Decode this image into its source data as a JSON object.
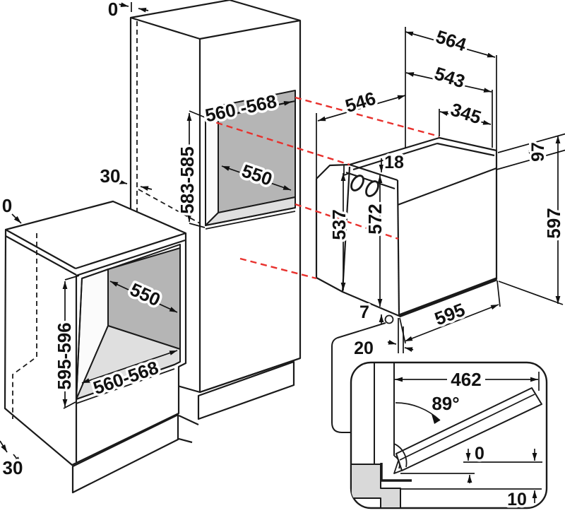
{
  "diagram": {
    "kind": "built-in oven installation drawing",
    "units": "mm",
    "colors": {
      "line": "#1a1a1a",
      "red_dashed": "#e8312d",
      "niche_back_gray": "#b5b5b5",
      "niche_floor_gray": "#dfdfdf",
      "inset_gray": "#d9d9d9"
    },
    "labels": {
      "tall_top_gap": "0",
      "tall_niche_width": "560 -568",
      "tall_niche_height": "583-585",
      "tall_niche_depth": "550",
      "tall_side_gap": "30",
      "oven_depth": "546",
      "oven_width_top": "564",
      "oven_body_width": "543",
      "oven_vent_width": "345",
      "oven_top_inset": "18",
      "oven_panel_height": "97",
      "oven_total_height": "597",
      "oven_rear_height": "537",
      "oven_front_height": "572",
      "oven_front_width": "595",
      "oven_bottom_gap": "7",
      "oven_door_gap": "20",
      "base_left_gap": "0",
      "base_niche_depth": "550",
      "base_niche_height": "595-596",
      "base_niche_width": "560-568",
      "base_plinth_recess": "30",
      "door_open_depth": "462",
      "door_angle": "89°",
      "door_flush_gap": "0",
      "door_floor_gap": "10"
    }
  }
}
